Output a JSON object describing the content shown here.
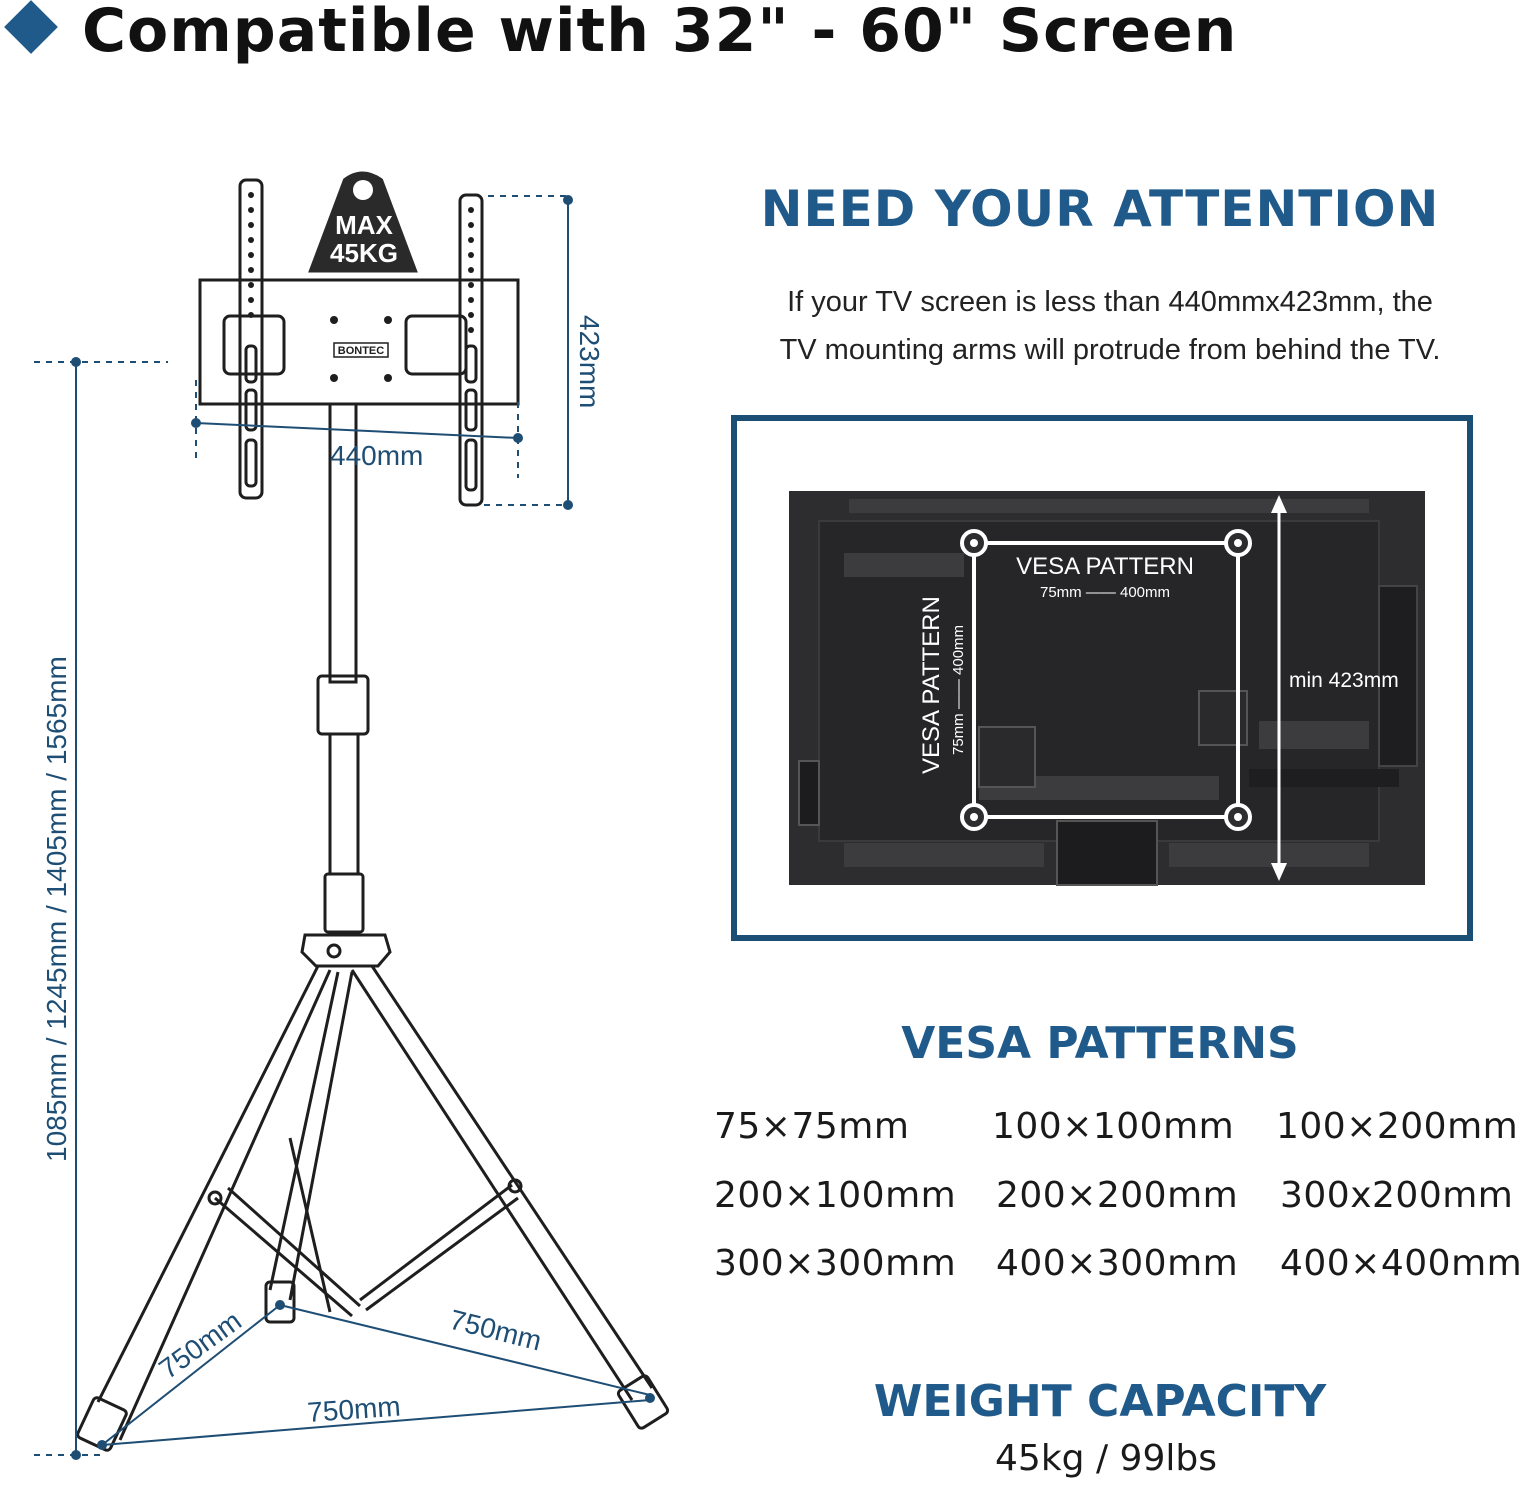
{
  "header": {
    "title": "Compatible with 32\" - 60\" Screen"
  },
  "stand": {
    "weight_badge_line1": "MAX",
    "weight_badge_line2": "45KG",
    "brand_plate": "BONTEC",
    "width_label": "440mm",
    "height_label": "423mm",
    "total_height_label": "1085mm / 1245mm / 1405mm / 1565mm",
    "leg_span_left": "750mm",
    "leg_span_right": "750mm",
    "leg_span_bottom": "750mm"
  },
  "attention": {
    "heading": "NEED YOUR ATTENTION",
    "line1": "If your TV screen is less than 440mmx423mm, the",
    "line2": "TV mounting arms will protrude from behind the TV."
  },
  "tv": {
    "vesa_label_h": "VESA PATTERN",
    "vesa_range_h": "75mm —— 400mm",
    "vesa_label_v": "VESA PATTERN",
    "vesa_range_v": "75mm —— 400mm",
    "min_height": "min 423mm"
  },
  "vesa": {
    "heading": "VESA PATTERNS",
    "patterns": [
      "75×75mm",
      "100×100mm",
      "100×200mm",
      "200×100mm",
      "200×200mm",
      "300x200mm",
      "300×300mm",
      "400×300mm",
      "400×400mm"
    ]
  },
  "weight": {
    "heading": "WEIGHT CAPACITY",
    "value": "45kg / 99lbs"
  },
  "colors": {
    "brand_blue": "#1f5a8a",
    "frame_blue": "#1b4e74",
    "dimension_blue": "#1f4e75"
  }
}
